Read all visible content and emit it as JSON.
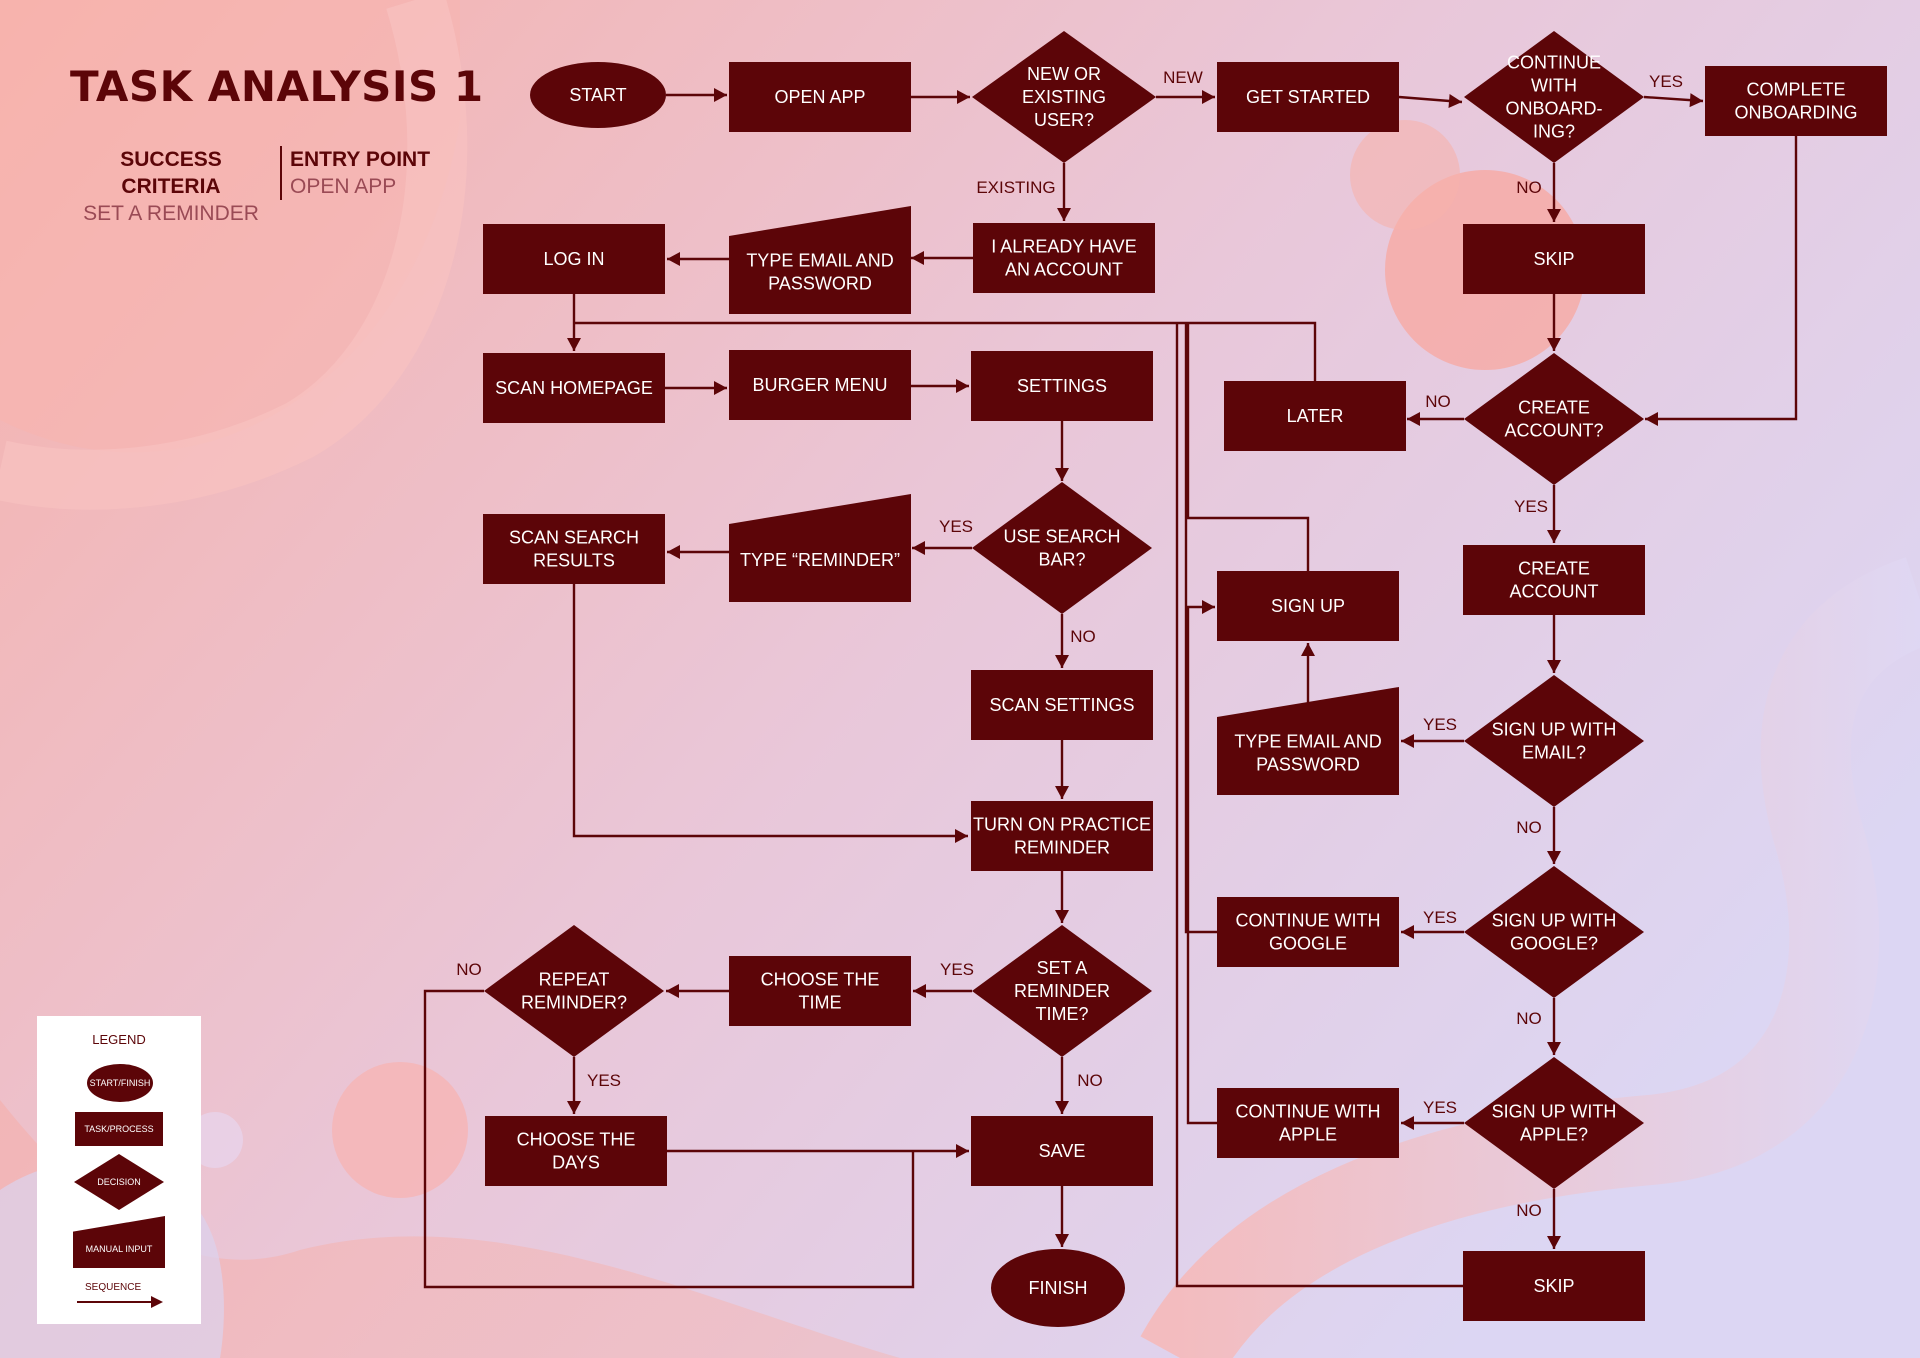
{
  "header": {
    "title": "TASK ANALYSIS 1",
    "success_label": "SUCCESS CRITERIA",
    "success_value": "SET A REMINDER",
    "entry_label": "ENTRY POINT",
    "entry_value": "OPEN APP"
  },
  "colors": {
    "node": "#5c0508",
    "node_text": "#ffffff",
    "edge": "#5c0508",
    "bg_left": "#f6a9a4",
    "bg_right": "#ddd6f2"
  },
  "nodes": {
    "start": "START",
    "open_app": "OPEN APP",
    "new_or_existing": "NEW OR EXISTING USER?",
    "get_started": "GET STARTED",
    "continue_onboarding": "CONTINUE WITH ONBOARD- ING?",
    "complete_onboarding": "COMPLETE ONBOARDING",
    "already_have_account": "I ALREADY HAVE AN ACCOUNT",
    "type_email_password_login": "TYPE EMAIL AND PASSWORD",
    "log_in": "LOG IN",
    "skip_onboarding": "SKIP",
    "scan_homepage": "SCAN HOMEPAGE",
    "burger_menu": "BURGER MENU",
    "settings": "SETTINGS",
    "later": "LATER",
    "create_account_q": "CREATE ACCOUNT?",
    "scan_search_results": "SCAN SEARCH RESULTS",
    "type_reminder": "TYPE “REMINDER”",
    "use_search_bar": "USE SEARCH BAR?",
    "sign_up": "SIGN UP",
    "create_account": "CREATE ACCOUNT",
    "scan_settings": "SCAN SETTINGS",
    "type_email_password_signup": "TYPE EMAIL AND PASSWORD",
    "sign_up_email": "SIGN UP WITH EMAIL?",
    "turn_on_reminder": "TURN ON PRACTICE REMINDER",
    "continue_google": "CONTINUE WITH GOOGLE",
    "sign_up_google": "SIGN UP WITH GOOGLE?",
    "repeat_reminder": "REPEAT REMINDER?",
    "choose_time": "CHOOSE THE TIME",
    "set_reminder_time": "SET A REMINDER TIME?",
    "continue_apple": "CONTINUE WITH APPLE",
    "sign_up_apple": "SIGN UP WITH APPLE?",
    "choose_days": "CHOOSE THE DAYS",
    "save": "SAVE",
    "finish": "FINISH",
    "skip_signup": "SKIP"
  },
  "edge_labels": {
    "new": "NEW",
    "existing": "EXISTING",
    "yes": "YES",
    "no": "NO"
  },
  "legend": {
    "title": "LEGEND",
    "start_finish": "START/FINISH",
    "task_process": "TASK/PROCESS",
    "decision": "DECISION",
    "manual_input": "MANUAL INPUT",
    "sequence": "SEQUENCE"
  }
}
